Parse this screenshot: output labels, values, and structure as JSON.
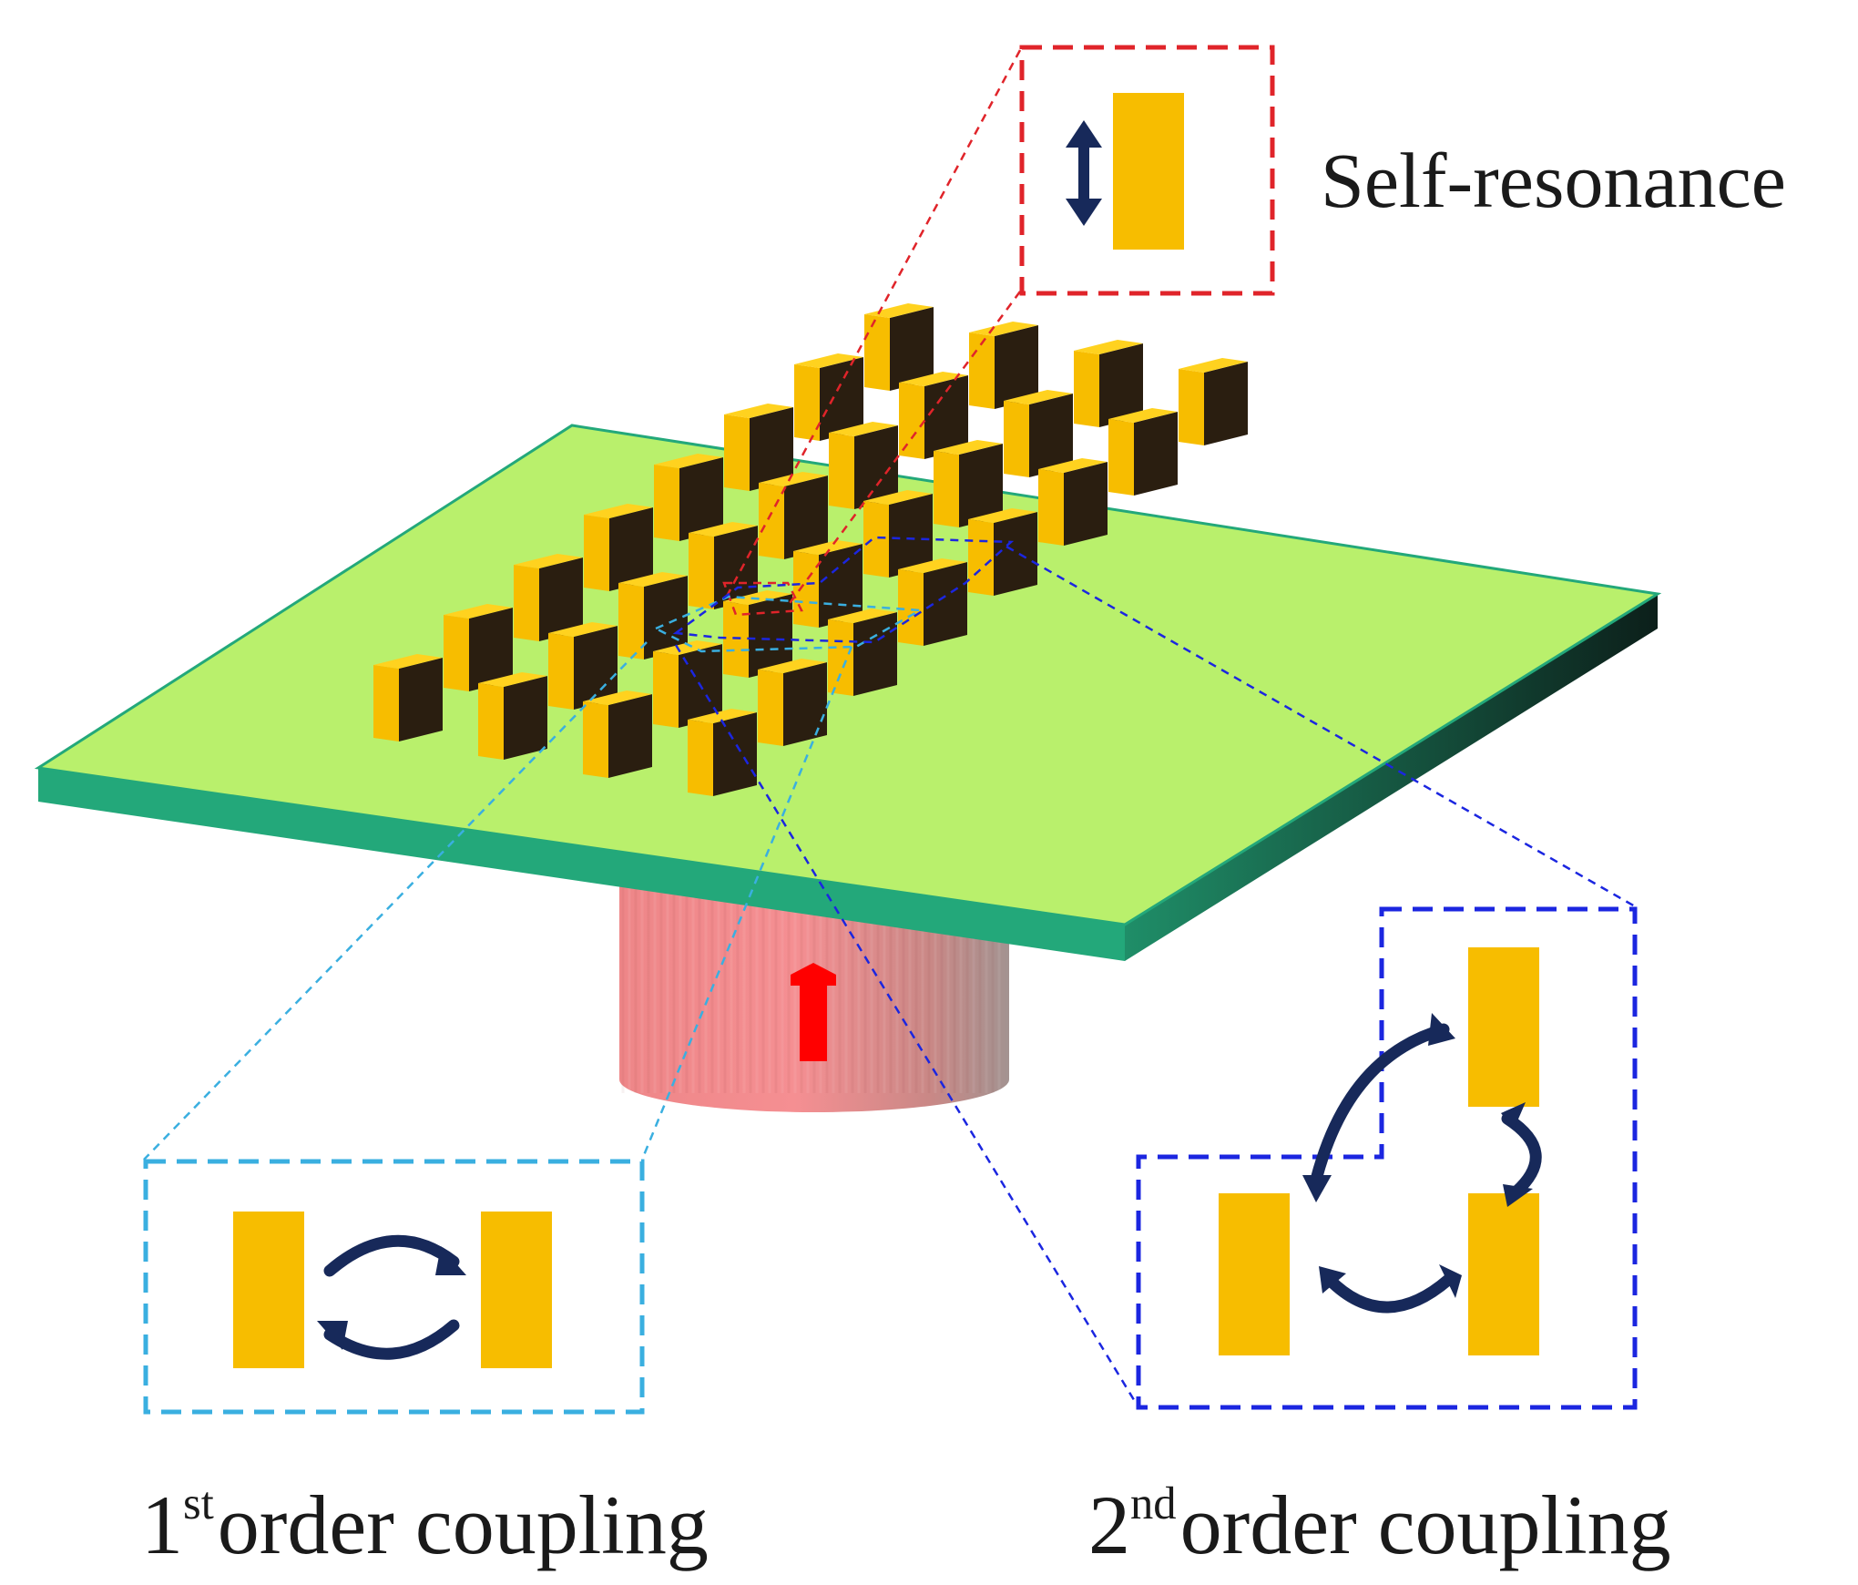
{
  "labels": {
    "self_resonance": "Self-resonance",
    "first_order_num": "1",
    "first_order_sup": "st",
    "first_order_text": "order coupling",
    "second_order_num": "2",
    "second_order_sup": "nd",
    "second_order_text": "order coupling"
  },
  "colors": {
    "substrate_top": "#b9f06c",
    "substrate_edge": "#23a87a",
    "substrate_side_dark": "#0f2a22",
    "resonator_face": "#f7bd00",
    "resonator_side": "#2a1e10",
    "resonator_top": "#ffd21f",
    "source_cylinder": "#ef7f82",
    "source_arrow": "#ff0000",
    "coupling_arrow": "#17295a",
    "self_box": "#e0242a",
    "first_order_box": "#3aafe0",
    "second_order_box": "#1b26e0"
  },
  "diagram": {
    "resonator_array": "8x4 array of upright rectangular resonators on a substrate",
    "icons": [
      "double-arrow-icon",
      "curved-arrow-icon",
      "up-arrow-icon"
    ]
  }
}
